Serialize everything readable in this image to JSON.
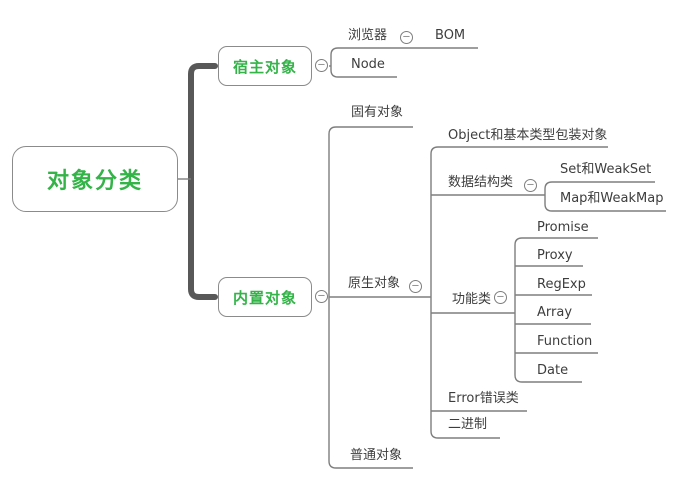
{
  "colors": {
    "accent_green": "#33b348",
    "line_gray": "#7e7e7e",
    "thick_line_gray": "#585858",
    "label_text": "#3d3d3d",
    "node_border": "#8b8b8b",
    "background": "#ffffff"
  },
  "icons": {
    "collapse_minus": "−"
  },
  "map": {
    "root": {
      "label": "对象分类"
    },
    "branches": [
      {
        "label": "宿主对象",
        "children": [
          {
            "label": "浏览器",
            "children": [
              {
                "label": "BOM"
              }
            ]
          },
          {
            "label": "Node"
          }
        ]
      },
      {
        "label": "内置对象",
        "children": [
          {
            "label": "固有对象"
          },
          {
            "label": "原生对象",
            "children": [
              {
                "label": "Object和基本类型包装对象"
              },
              {
                "label": "数据结构类",
                "children": [
                  {
                    "label": "Set和WeakSet"
                  },
                  {
                    "label": "Map和WeakMap"
                  }
                ]
              },
              {
                "label": "功能类",
                "children": [
                  {
                    "label": "Promise"
                  },
                  {
                    "label": "Proxy"
                  },
                  {
                    "label": "RegExp"
                  },
                  {
                    "label": "Array"
                  },
                  {
                    "label": "Function"
                  },
                  {
                    "label": "Date"
                  }
                ]
              },
              {
                "label": "Error错误类"
              },
              {
                "label": "二进制"
              }
            ]
          },
          {
            "label": "普通对象"
          }
        ]
      }
    ]
  }
}
